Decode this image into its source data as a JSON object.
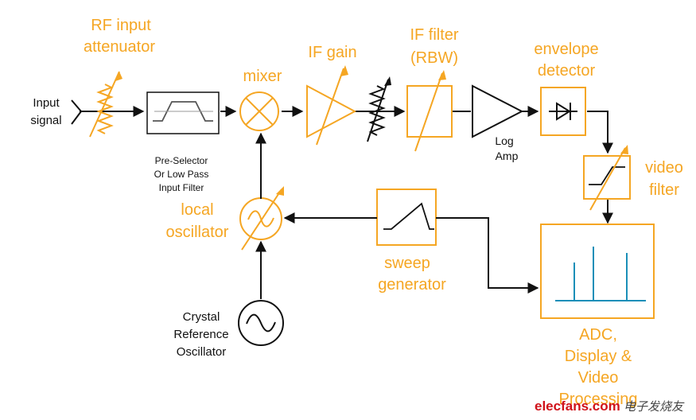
{
  "labels": {
    "input": [
      "Input",
      "signal"
    ],
    "rf_attenuator": [
      "RF input",
      "attenuator"
    ],
    "preselector": [
      "Pre-Selector",
      "Or Low Pass",
      "Input Filter"
    ],
    "mixer": "mixer",
    "if_gain": "IF gain",
    "if_filter": [
      "IF filter",
      "(RBW)"
    ],
    "log_amp": [
      "Log",
      "Amp"
    ],
    "envelope_detector": [
      "envelope",
      "detector"
    ],
    "video_filter": [
      "video",
      "filter"
    ],
    "local_oscillator": [
      "local",
      "oscillator"
    ],
    "sweep_generator": [
      "sweep",
      "generator"
    ],
    "crystal": [
      "Crystal",
      "Reference",
      "Oscillator"
    ],
    "adc_display": [
      "ADC,",
      "Display &",
      "Video",
      "Processing"
    ]
  },
  "watermark": {
    "brand": "elecfans.com",
    "chinese": "电子发烧友"
  },
  "colors": {
    "block": "#F5A623",
    "wire": "#111111",
    "display_trace": "#1a8fb8"
  }
}
